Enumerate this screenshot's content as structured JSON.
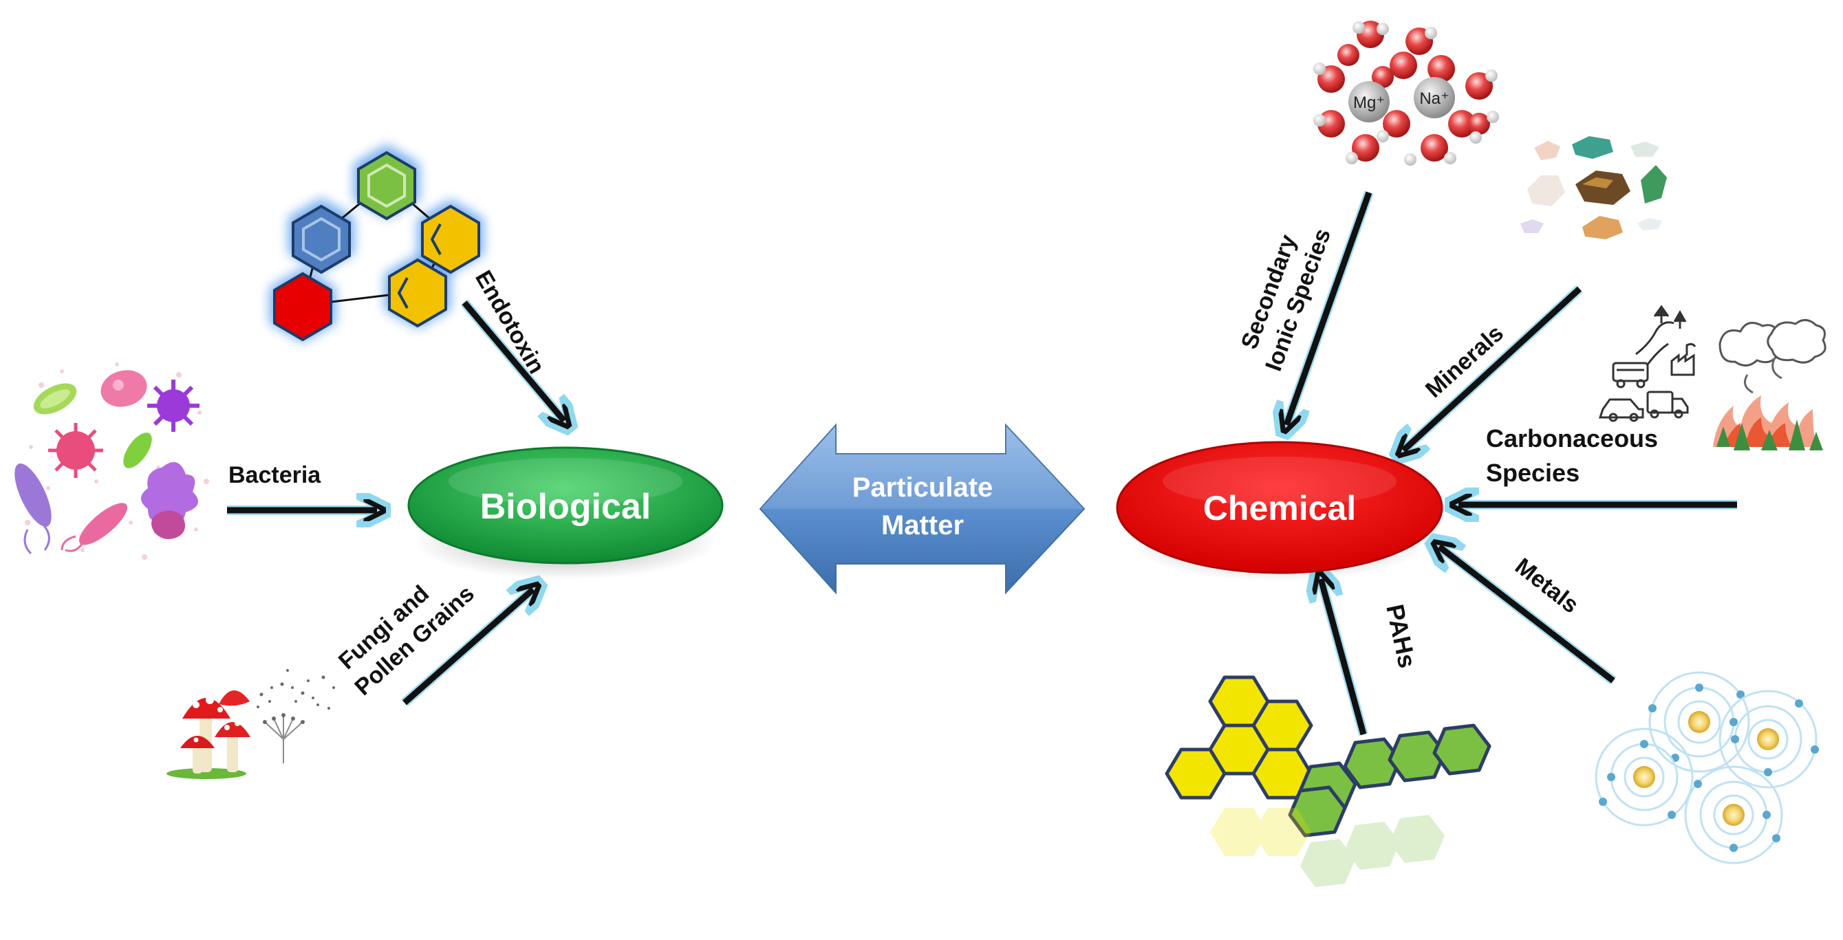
{
  "center": {
    "line1": "Particulate",
    "line2": "Matter"
  },
  "biological": {
    "title": "Biological",
    "endotoxin": "Endotoxin",
    "bacteria": "Bacteria",
    "fungi_line1": "Fungi and",
    "fungi_line2": "Pollen Grains"
  },
  "chemical": {
    "title": "Chemical",
    "ionic_line1": "Secondary",
    "ionic_line2": "Ionic Species",
    "minerals": "Minerals",
    "carbon_line1": "Carbonaceous",
    "carbon_line2": "Species",
    "metals": "Metals",
    "pahs": "PAHs",
    "ion_mg": "Mg⁺",
    "ion_na": "Na⁺"
  },
  "colors": {
    "biological": "#1a9e3f",
    "chemical": "#e60000",
    "center_arrow": "#4a7ebb",
    "arrow": "#111111",
    "arrow_glow": "#7fd3ee",
    "hex_yellow": "#f2e600",
    "hex_green": "#7cc043"
  }
}
